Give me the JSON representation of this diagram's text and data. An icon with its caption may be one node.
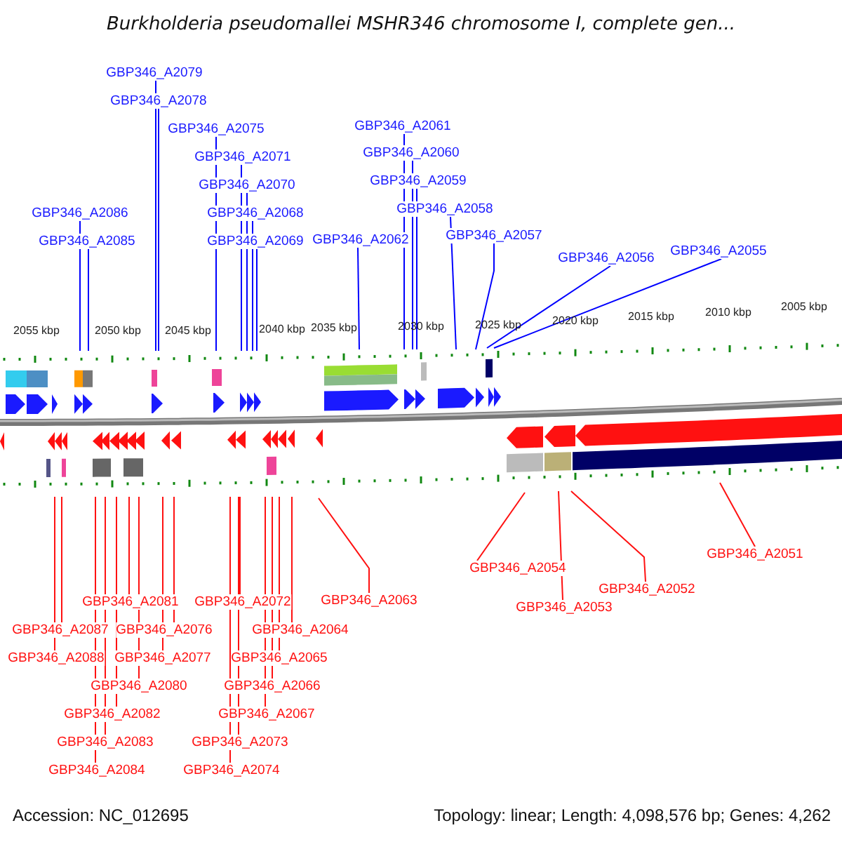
{
  "diagram": {
    "title": "Burkholderia pseudomallei MSHR346 chromosome I, complete gen...",
    "nodes": [
      {
        "text": [
          "GBP346_A2079"
        ]
      },
      {
        "text": [
          "GBP346_A2078"
        ]
      },
      {
        "text": [
          "GBP346_A2061"
        ]
      },
      {
        "text": [
          "GBP346_A2075"
        ]
      },
      {
        "text": [
          "GBP346_A2060"
        ]
      },
      {
        "text": [
          "GBP346_A2071"
        ]
      },
      {
        "text": [
          "GBP346_A2059"
        ]
      },
      {
        "text": [
          "GBP346_A2070"
        ]
      },
      {
        "text": [
          "GBP346_A2086"
        ]
      },
      {
        "text": [
          "GBP346_A2068"
        ]
      },
      {
        "text": [
          "GBP346_A2058"
        ]
      },
      {
        "text": [
          "GBP346_A2057"
        ]
      },
      {
        "text": [
          "GBP346_A2085"
        ]
      },
      {
        "text": [
          "GBP346_A2069"
        ]
      },
      {
        "text": [
          "GBP346_A2062"
        ]
      },
      {
        "text": [
          "GBP346_A2055"
        ]
      },
      {
        "text": [
          "GBP346_A2056"
        ]
      },
      {
        "text": [
          "GBP346_A2051"
        ]
      },
      {
        "text": [
          "GBP346_A2054"
        ]
      },
      {
        "text": [
          "GBP346_A2052"
        ]
      },
      {
        "text": [
          "GBP346_A2063"
        ]
      },
      {
        "text": [
          "GBP346_A2081"
        ]
      },
      {
        "text": [
          "GBP346_A2072"
        ]
      },
      {
        "text": [
          "GBP346_A2053"
        ]
      },
      {
        "text": [
          "GBP346_A2087"
        ]
      },
      {
        "text": [
          "GBP346_A2076"
        ]
      },
      {
        "text": [
          "GBP346_A2064"
        ]
      },
      {
        "text": [
          "GBP346_A2088"
        ]
      },
      {
        "text": [
          "GBP346_A2077"
        ]
      },
      {
        "text": [
          "GBP346_A2065"
        ]
      },
      {
        "text": [
          "GBP346_A2080"
        ]
      },
      {
        "text": [
          "GBP346_A2066"
        ]
      },
      {
        "text": [
          "GBP346_A2082"
        ]
      },
      {
        "text": [
          "GBP346_A2067"
        ]
      },
      {
        "text": [
          "GBP346_A2083"
        ]
      },
      {
        "text": [
          "GBP346_A2073"
        ]
      },
      {
        "text": [
          "GBP346_A2084"
        ]
      },
      {
        "text": [
          "GBP346_A2074"
        ]
      }
    ],
    "edges": [
      {
        "from": 0,
        "to": null,
        "arrow": "none",
        "color": "#0000ff"
      },
      {
        "from": 1,
        "to": null,
        "arrow": "none",
        "color": "#0000ff"
      },
      {
        "from": 2,
        "to": null,
        "arrow": "none",
        "color": "#0000ff"
      },
      {
        "from": 3,
        "to": null,
        "arrow": "none",
        "color": "#0000ff"
      },
      {
        "from": 4,
        "to": null,
        "arrow": "none",
        "color": "#0000ff"
      },
      {
        "from": 5,
        "to": null,
        "arrow": "none",
        "color": "#0000ff"
      },
      {
        "from": 6,
        "to": null,
        "arrow": "none",
        "color": "#0000ff"
      },
      {
        "from": 7,
        "to": null,
        "arrow": "none",
        "color": "#0000ff"
      },
      {
        "from": 8,
        "to": null,
        "arrow": "none",
        "color": "#0000ff"
      },
      {
        "from": 9,
        "to": null,
        "arrow": "none",
        "color": "#0000ff"
      },
      {
        "from": 10,
        "to": null,
        "arrow": "none",
        "color": "#0000ff"
      },
      {
        "from": 11,
        "to": null,
        "arrow": "none",
        "color": "#0000ff"
      },
      {
        "from": 12,
        "to": null,
        "arrow": "none",
        "color": "#0000ff"
      },
      {
        "from": 13,
        "to": null,
        "arrow": "none",
        "color": "#0000ff"
      },
      {
        "from": 14,
        "to": null,
        "arrow": "none",
        "color": "#0000ff"
      },
      {
        "from": 15,
        "to": null,
        "arrow": "none",
        "color": "#0000ff"
      },
      {
        "from": 16,
        "to": null,
        "arrow": "none",
        "color": "#0000ff"
      },
      {
        "from": 17,
        "to": null,
        "arrow": "none"
      },
      {
        "from": 18,
        "to": null,
        "arrow": "none"
      },
      {
        "from": 19,
        "to": null,
        "arrow": "none"
      },
      {
        "from": 20,
        "to": null,
        "arrow": "none"
      },
      {
        "from": 21,
        "to": null,
        "arrow": "none"
      },
      {
        "from": 22,
        "to": null,
        "arrow": "none"
      },
      {
        "from": 23,
        "to": null,
        "arrow": "none"
      },
      {
        "from": 24,
        "to": null,
        "arrow": "none"
      },
      {
        "from": 25,
        "to": null,
        "arrow": "none"
      },
      {
        "from": 26,
        "to": null,
        "arrow": "none"
      },
      {
        "from": 27,
        "to": null,
        "arrow": "none"
      },
      {
        "from": 28,
        "to": null,
        "arrow": "none"
      },
      {
        "from": 29,
        "to": null,
        "arrow": "none"
      },
      {
        "from": 30,
        "to": null,
        "arrow": "none"
      },
      {
        "from": 31,
        "to": null,
        "arrow": "none"
      },
      {
        "from": 32,
        "to": null,
        "arrow": "none"
      },
      {
        "from": 33,
        "to": null,
        "arrow": "none"
      },
      {
        "from": 34,
        "to": null,
        "arrow": "none"
      },
      {
        "from": 35,
        "to": null,
        "arrow": "none"
      },
      {
        "from": 36,
        "to": null,
        "arrow": "none"
      },
      {
        "from": 37,
        "to": null,
        "arrow": "none"
      }
    ],
    "labels": [
      "2055 kbp",
      "2050 kbp",
      "2045 kbp",
      "2040 kbp",
      "2035 kbp",
      "2030 kbp",
      "2025 kbp",
      "2020 kbp",
      "2015 kbp",
      "2010 kbp",
      "2005 kbp",
      "Accession: NC_012695",
      "Topology: linear; Length: 4,098,576 bp; Genes: 4,262"
    ]
  }
}
